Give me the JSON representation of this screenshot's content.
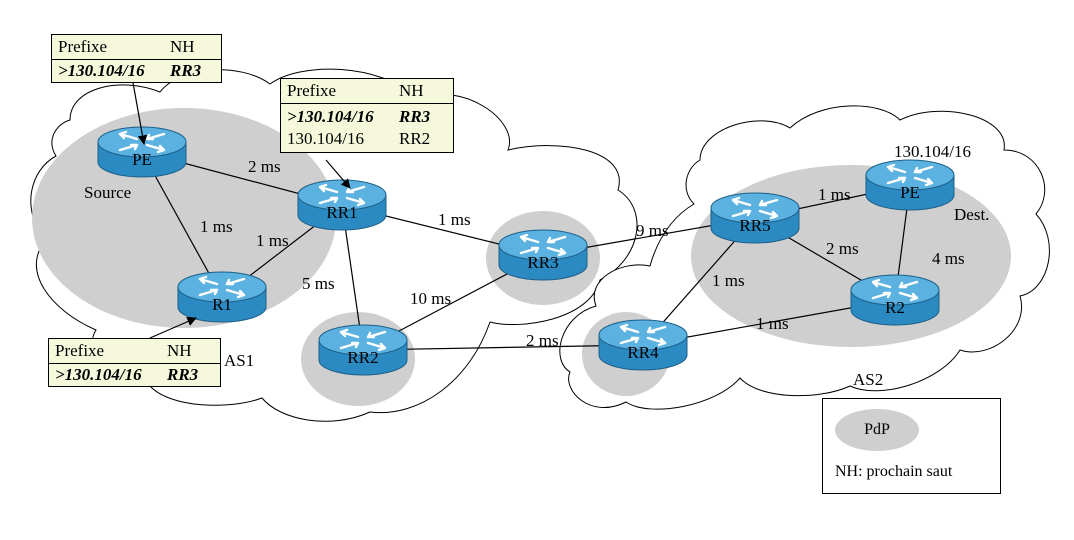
{
  "colors": {
    "router_body": "#2b8ac2",
    "router_top": "#5bb2e0",
    "pdp_fill": "#cfcfcf",
    "table_bg": "#f6f8dc"
  },
  "labels": {
    "source": "Source",
    "dest": "Dest.",
    "prefix_dest": "130.104/16",
    "as1": "AS1",
    "as2": "AS2"
  },
  "routers": [
    {
      "id": "PE1",
      "name": "PE"
    },
    {
      "id": "RR1",
      "name": "RR1"
    },
    {
      "id": "R1",
      "name": "R1"
    },
    {
      "id": "RR2",
      "name": "RR2"
    },
    {
      "id": "RR3",
      "name": "RR3"
    },
    {
      "id": "RR4",
      "name": "RR4"
    },
    {
      "id": "RR5",
      "name": "RR5"
    },
    {
      "id": "PE2",
      "name": "PE"
    },
    {
      "id": "R2",
      "name": "R2"
    }
  ],
  "links": [
    {
      "from": "PE1",
      "to": "RR1",
      "label": "2 ms"
    },
    {
      "from": "PE1",
      "to": "R1",
      "label": "1 ms"
    },
    {
      "from": "R1",
      "to": "RR1",
      "label": "1 ms"
    },
    {
      "from": "RR1",
      "to": "RR2",
      "label": "5 ms"
    },
    {
      "from": "RR1",
      "to": "RR3",
      "label": "1 ms"
    },
    {
      "from": "RR2",
      "to": "RR3",
      "label": "10 ms"
    },
    {
      "from": "RR2",
      "to": "RR4",
      "label": "2 ms"
    },
    {
      "from": "RR3",
      "to": "RR5",
      "label": "9 ms"
    },
    {
      "from": "RR4",
      "to": "RR5",
      "label": "1 ms"
    },
    {
      "from": "RR4",
      "to": "R2",
      "label": "1 ms"
    },
    {
      "from": "RR5",
      "to": "PE2",
      "label": "1 ms"
    },
    {
      "from": "RR5",
      "to": "R2",
      "label": "2 ms"
    },
    {
      "from": "PE2",
      "to": "R2",
      "label": "4 ms"
    }
  ],
  "tables": {
    "pe": {
      "header": {
        "prefix": "Prefixe",
        "nh": "NH"
      },
      "rows": [
        {
          "prefix": ">130.104/16",
          "nh": "RR3",
          "best": true
        }
      ]
    },
    "rr1": {
      "header": {
        "prefix": "Prefixe",
        "nh": "NH"
      },
      "rows": [
        {
          "prefix": ">130.104/16",
          "nh": "RR3",
          "best": true
        },
        {
          "prefix": "130.104/16",
          "nh": "RR2",
          "best": false
        }
      ]
    },
    "r1": {
      "header": {
        "prefix": "Prefixe",
        "nh": "NH"
      },
      "rows": [
        {
          "prefix": ">130.104/16",
          "nh": "RR3",
          "best": true
        }
      ]
    }
  },
  "legend": {
    "pdp": "PdP",
    "nh": "NH: prochain saut"
  }
}
